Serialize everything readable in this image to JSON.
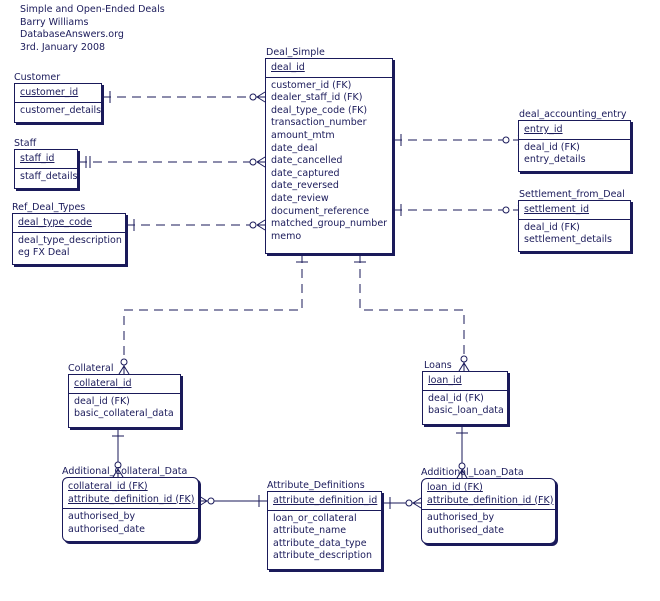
{
  "header": {
    "title": "Simple and Open-Ended Deals",
    "author": "Barry Williams",
    "site": "DatabaseAnswers.org",
    "date": "3rd. January 2008"
  },
  "entities": {
    "customer": {
      "name": "Customer",
      "keys": [
        "customer_id"
      ],
      "attrs": [
        "customer_details"
      ]
    },
    "staff": {
      "name": "Staff",
      "keys": [
        "staff_id"
      ],
      "attrs": [
        "staff_details"
      ]
    },
    "ref_deal_types": {
      "name": "Ref_Deal_Types",
      "keys": [
        "deal_type_code"
      ],
      "attrs": [
        "deal_type_description",
        "eg FX Deal"
      ]
    },
    "deal_simple": {
      "name": "Deal_Simple",
      "keys": [
        "deal_id"
      ],
      "attrs": [
        "customer_id (FK)",
        "dealer_staff_id (FK)",
        "deal_type_code (FK)",
        "transaction_number",
        "amount_mtm",
        "date_deal",
        "date_cancelled",
        "date_captured",
        "date_reversed",
        "date_review",
        "document_reference",
        "matched_group_number",
        "memo"
      ]
    },
    "deal_accounting_entry": {
      "name": "deal_accounting_entry",
      "keys": [
        "entry_id"
      ],
      "attrs": [
        "deal_id (FK)",
        "entry_details"
      ]
    },
    "settlement_from_deal": {
      "name": "Settlement_from_Deal",
      "keys": [
        "settlement_id"
      ],
      "attrs": [
        "deal_id (FK)",
        "settlement_details"
      ]
    },
    "collateral": {
      "name": "Collateral",
      "keys": [
        "collateral_id"
      ],
      "attrs": [
        "deal_id (FK)",
        "basic_collateral_data"
      ]
    },
    "loans": {
      "name": "Loans",
      "keys": [
        "loan_id"
      ],
      "attrs": [
        "deal_id (FK)",
        "basic_loan_data"
      ]
    },
    "additional_collateral_data": {
      "name": "Additional_Collateral_Data",
      "keys": [
        "collateral_id (FK)",
        "attribute_definition_id (FK)"
      ],
      "attrs": [
        "authorised_by",
        "authorised_date"
      ]
    },
    "attribute_definitions": {
      "name": "Attribute_Definitions",
      "keys": [
        "attribute_definition_id"
      ],
      "attrs": [
        "loan_or_collateral",
        "attribute_name",
        "attribute_data_type",
        "attribute_description"
      ]
    },
    "additional_loan_data": {
      "name": "Additional_Loan_Data",
      "keys": [
        "loan_id (FK)",
        "attribute_definition_id (FK)"
      ],
      "attrs": [
        "authorised_by",
        "authorised_date"
      ]
    }
  }
}
